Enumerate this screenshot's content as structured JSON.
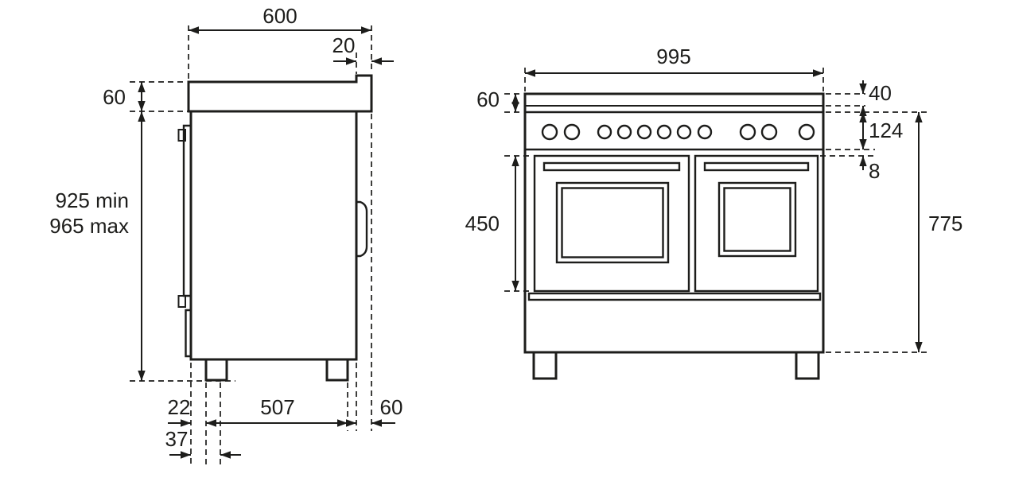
{
  "side_view": {
    "dimensions": {
      "top_depth": "600",
      "back_ledge": "20",
      "worktop_height": "60",
      "overall_height_min": "925 min",
      "overall_height_max": "965 max",
      "front_to_leg": "22",
      "leg_span": "507",
      "back_clearance": "60",
      "front_inset": "37"
    }
  },
  "front_view": {
    "dimensions": {
      "overall_width": "995",
      "worktop_height": "60",
      "top_trim_height": "40",
      "control_panel_height": "124",
      "panel_to_door_gap": "8",
      "oven_door_height": "450",
      "under_top_height": "775"
    }
  },
  "style": {
    "line_color": "#1d1d1b",
    "background_color": "#ffffff"
  }
}
